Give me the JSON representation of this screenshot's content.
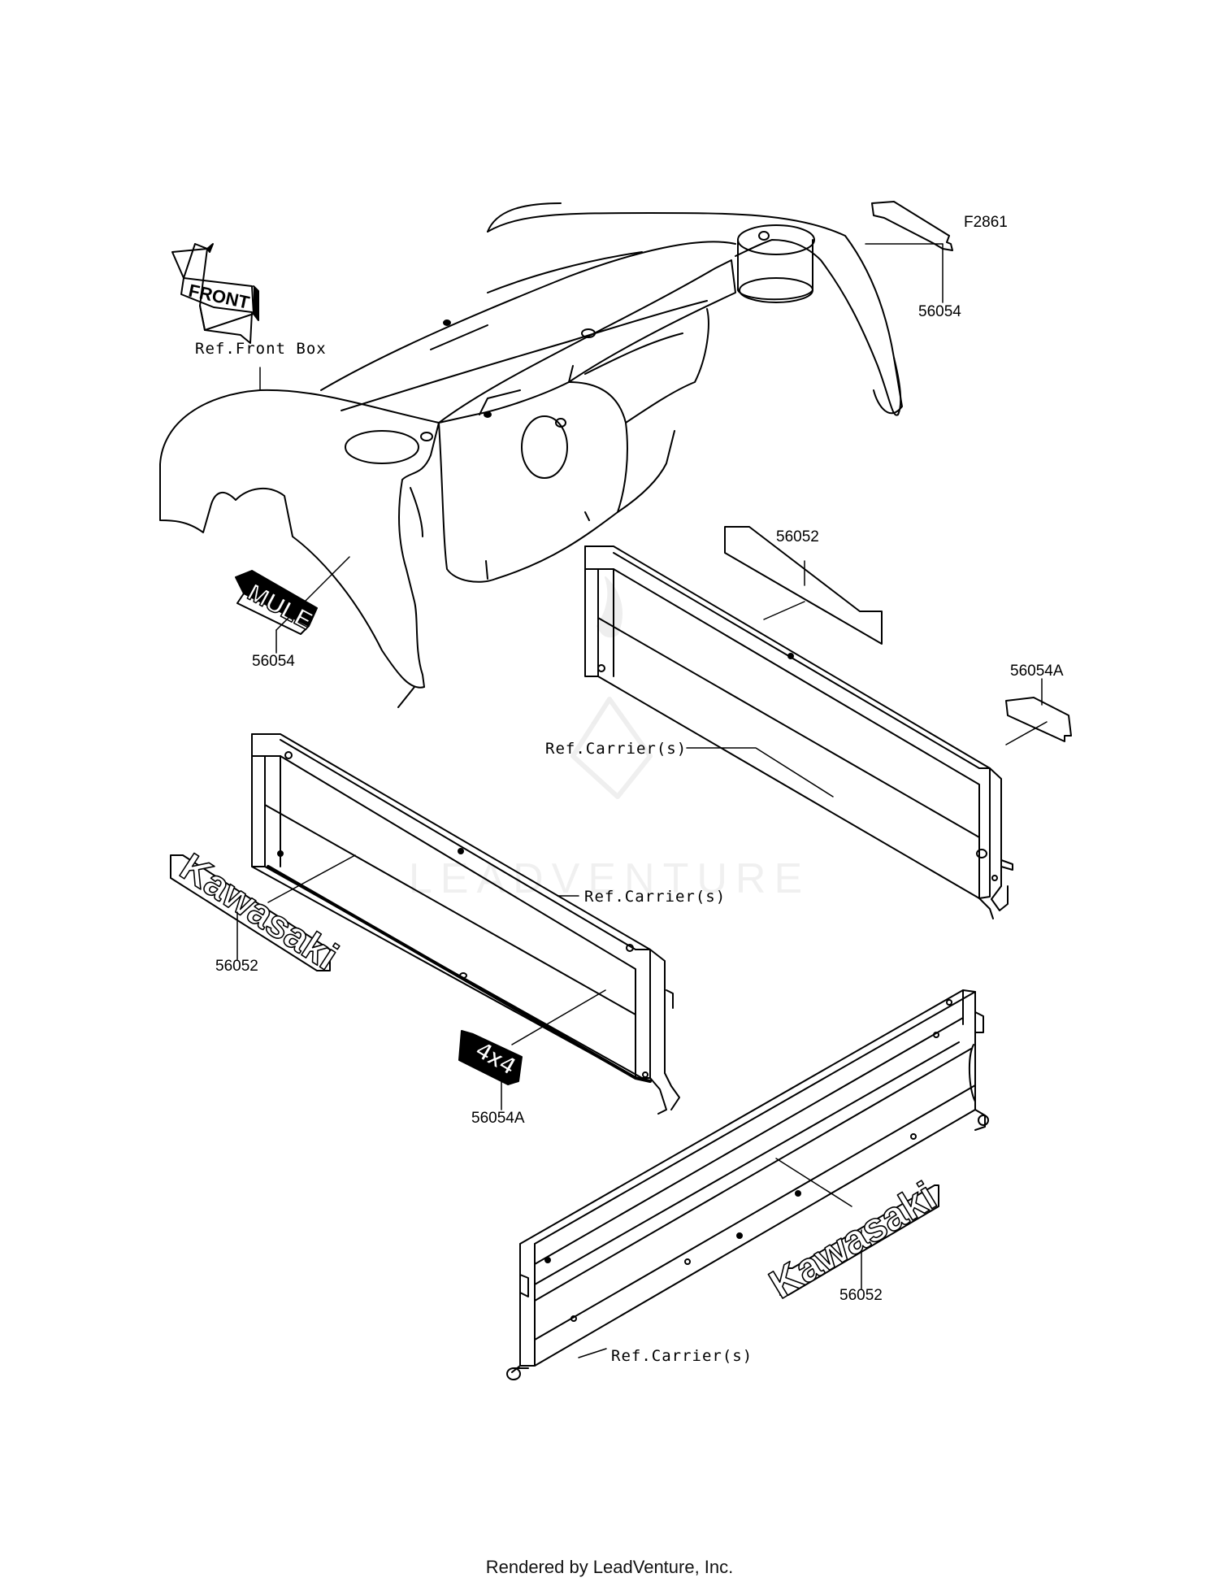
{
  "diagram_code": "F2861",
  "front_arrow_label": "FRONT",
  "labels": {
    "ref_front_box": "Ref.Front Box",
    "ref_carrier_1": "Ref.Carrier(s)",
    "ref_carrier_2": "Ref.Carrier(s)",
    "ref_carrier_3": "Ref.Carrier(s)"
  },
  "part_numbers": {
    "decal_fender_rear": "56054",
    "decal_mule": "56054",
    "decal_panel_top": "56052",
    "decal_right": "56054A",
    "decal_kawasaki_left": "56052",
    "decal_4x4": "56054A",
    "decal_kawasaki_right": "56052"
  },
  "decal_text": {
    "mule_main": "MULE",
    "kawasaki": "Kawasaki",
    "four_by_four": "4x4"
  },
  "watermark": "LEADVENTURE",
  "footer": "Rendered by LeadVenture, Inc."
}
